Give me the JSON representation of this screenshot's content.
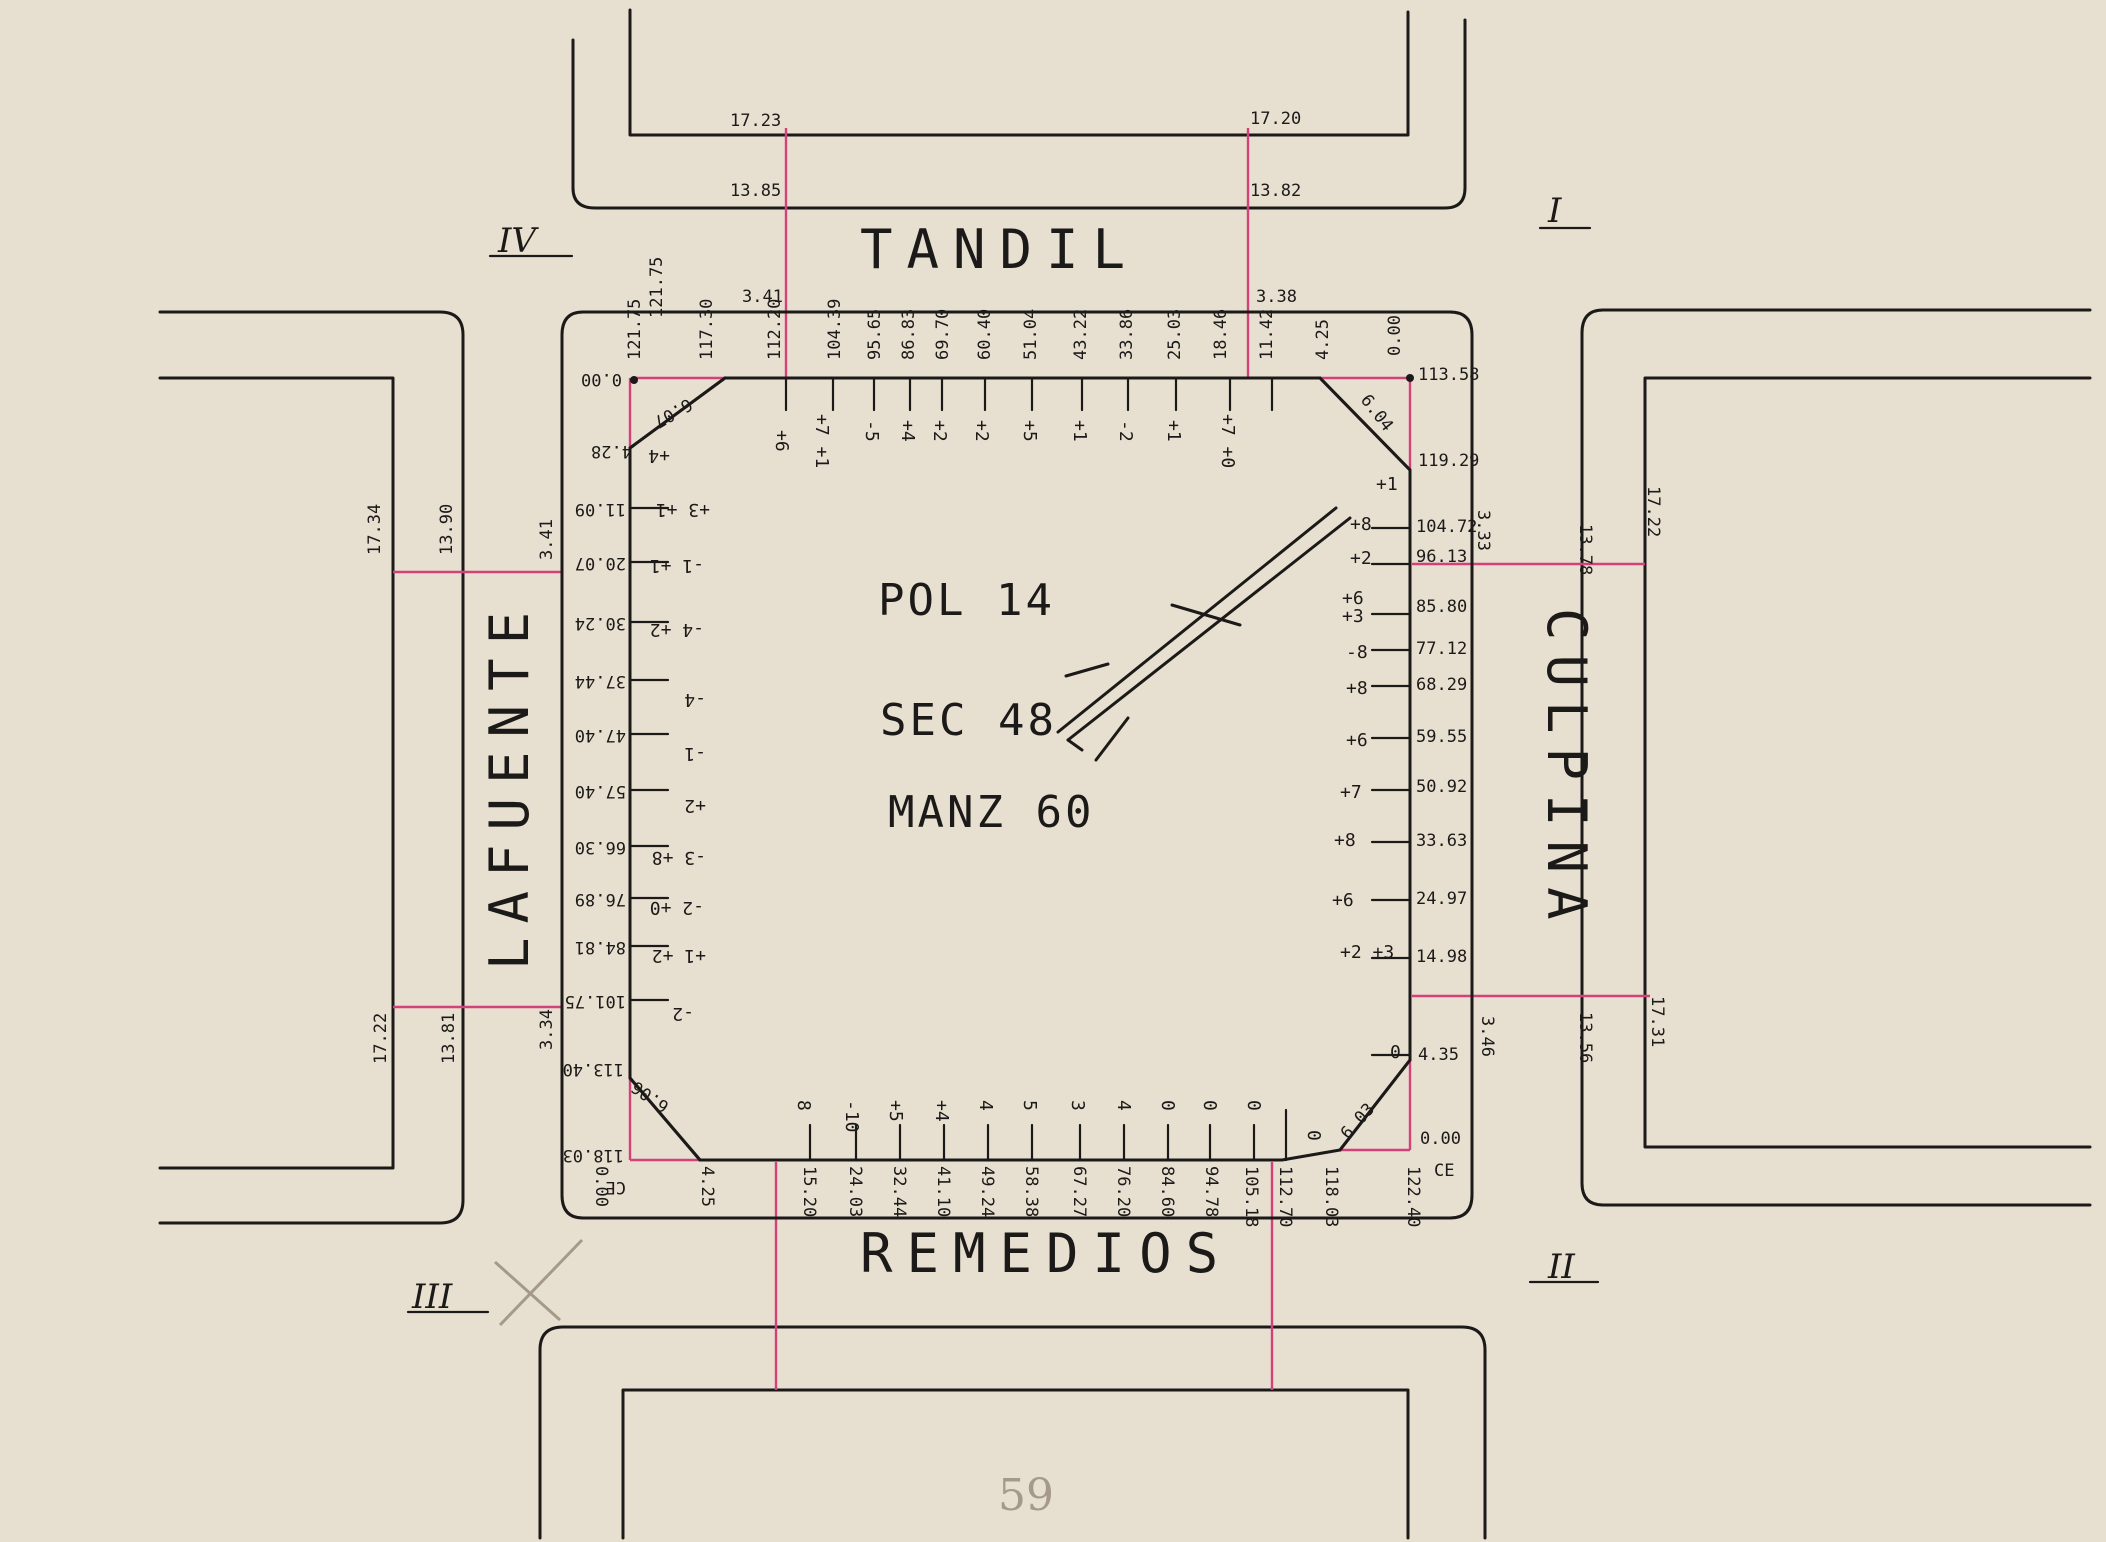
{
  "streets": {
    "north": "TANDIL",
    "south": "REMEDIOS",
    "west": "LAFUENTE",
    "east": "CULPINA"
  },
  "block_labels": {
    "pol": "POL 14",
    "sec": "SEC 48",
    "manz": "MANZ 60"
  },
  "quadrants": {
    "ne": "I",
    "se": "II",
    "sw": "III",
    "nw": "IV"
  },
  "page_number": "59",
  "street_widths": {
    "north_left_outer": "17.23",
    "north_left_inner": "13.85",
    "north_right_outer": "17.20",
    "north_right_inner": "13.82",
    "north_left_offset": "3.41",
    "north_right_offset": "3.38",
    "west_top_outer": "17.34",
    "west_top_inner": "13.90",
    "west_top_offset": "3.41",
    "west_bottom_outer": "17.22",
    "west_bottom_inner": "13.81",
    "west_bottom_offset": "3.34",
    "east_top_outer": "17.22",
    "east_top_inner": "13.78",
    "east_top_offset": "3.33",
    "east_bottom_outer": "17.31",
    "east_bottom_inner": "13.56",
    "east_bottom_offset": "3.46"
  },
  "north_side": {
    "measures": [
      "121.75",
      "117.30",
      "112.20",
      "104.39",
      "95.65",
      "86.83",
      "69.70",
      "60.40",
      "51.04",
      "43.22",
      "33.86",
      "25.03",
      "18.46",
      "11.42",
      "4.25",
      "0.00"
    ],
    "adjustments": [
      "+6",
      "+7 +1",
      "-5",
      "+4",
      "+2",
      "+2",
      "+5",
      "+1",
      "-2",
      "+1",
      "+7 +0"
    ]
  },
  "east_side": {
    "measures": [
      "113.58",
      "119.29",
      "104.72",
      "96.13",
      "85.80",
      "77.12",
      "68.29",
      "59.55",
      "50.92",
      "33.63",
      "24.97",
      "14.98",
      "4.35",
      "0.00"
    ],
    "adjustments": [
      "+1",
      "+8",
      "+2",
      "+6",
      "+3",
      "-8",
      "+8",
      "+6",
      "+7",
      "+8",
      "+6",
      "+2 +3",
      "0"
    ],
    "chamfer_top": "6.04",
    "chamfer_bottom": "6.03",
    "corner": "CE"
  },
  "south_side": {
    "measures": [
      "0.00",
      "4.25",
      "15.20",
      "24.03",
      "32.44",
      "41.10",
      "49.24",
      "58.38",
      "67.27",
      "76.20",
      "84.60",
      "94.78",
      "105.18",
      "112.70",
      "118.03",
      "122.40"
    ],
    "adjustments": [
      "8",
      "-10",
      "+5",
      "+4",
      "4",
      "5",
      "3",
      "4",
      "0",
      "0",
      "0",
      "0"
    ]
  },
  "west_side": {
    "measures": [
      "0.00",
      "4.28",
      "11.09",
      "20.07",
      "30.24",
      "37.44",
      "47.40",
      "57.40",
      "66.30",
      "76.89",
      "84.81",
      "101.75",
      "113.40",
      "118.03",
      "121.75"
    ],
    "adjustments": [
      "+4",
      "+3 +1",
      "-1 +1",
      "-4 +2",
      "-4",
      "-1",
      "+2",
      "-3 +8",
      "-2 +0",
      "+1 +2",
      "-2"
    ],
    "chamfer_top": "6.07",
    "chamfer_bottom": "6.06",
    "corner": "CE"
  },
  "colors": {
    "paper": "#e7e0d1",
    "ink": "#1c1a18",
    "pink": "#d4407a",
    "pencil": "#a59a8a"
  }
}
